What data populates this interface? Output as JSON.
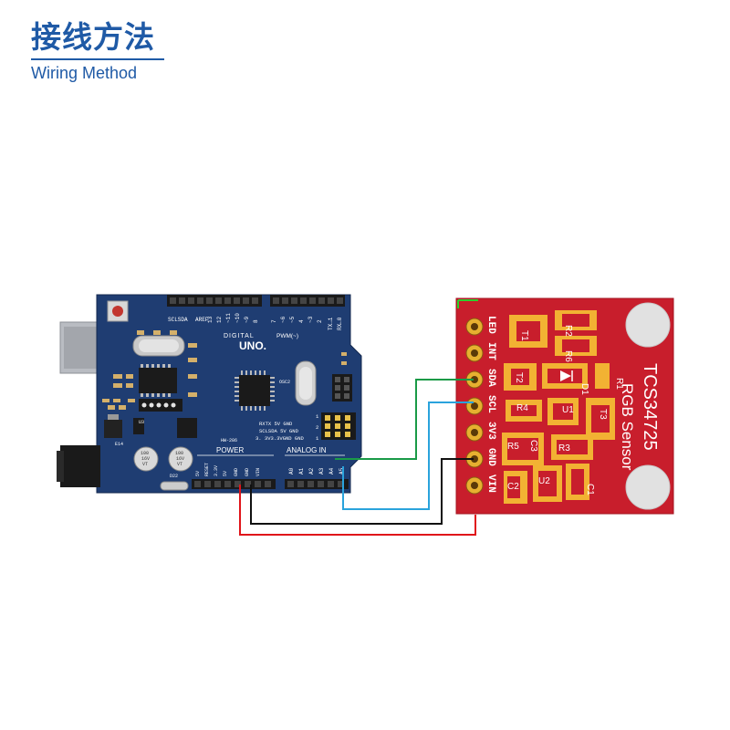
{
  "header": {
    "title": "接线方法",
    "subtitle": "Wiring Method"
  },
  "arduino": {
    "model": "UNO.",
    "digital_label": "DIGITAL",
    "pwm_label": "PWM(~)",
    "power_label": "POWER",
    "analog_label": "ANALOG IN",
    "board_id": "HW-286",
    "scl_sda_label": "SCLSDA",
    "aref_label": "AREF",
    "tx_label": "TX→1",
    "rx_label": "RX←0",
    "digital_pins": [
      "13",
      "12",
      "~11",
      "~10",
      "~9",
      "8",
      "7",
      "~6",
      "~5",
      "4",
      "~3",
      "2"
    ],
    "power_pins": [
      "5V",
      "RESET",
      "3.3V",
      "5V",
      "GND",
      "GND",
      "VIN"
    ],
    "analog_pins": [
      "A0",
      "A1",
      "A2",
      "A3",
      "A4",
      "A5"
    ],
    "icsp_rows": [
      "RXTX 5V  GND",
      "SCLSDA 5V  GND",
      "3.  3V3.3VGND GND"
    ],
    "icsp_nums": [
      "1",
      "2",
      "1"
    ],
    "crystal_label": "OSC2",
    "chip_labels": [
      "U3",
      "E14",
      "D22"
    ],
    "capacitor_text": "100\n16V\nVT"
  },
  "sensor": {
    "title": "TCS34725",
    "subtitle": "RGB Sensor",
    "pins": [
      "LED",
      "INT",
      "SDA",
      "SCL",
      "3V3",
      "GND",
      "VIN"
    ],
    "component_labels": [
      "R2",
      "R6",
      "R1",
      "R3",
      "R4",
      "R5",
      "T1",
      "T2",
      "T3",
      "C1",
      "C2",
      "C3",
      "U1",
      "U2",
      "D1"
    ]
  },
  "wires": {
    "sda_color": "#1a9a47",
    "scl_color": "#2aa3dc",
    "gnd_color": "#111111",
    "vin_color": "#e0141a"
  },
  "colors": {
    "accent": "#1f5aa6",
    "arduino_board": "#1f3d72",
    "sensor_board": "#c81e2c"
  }
}
